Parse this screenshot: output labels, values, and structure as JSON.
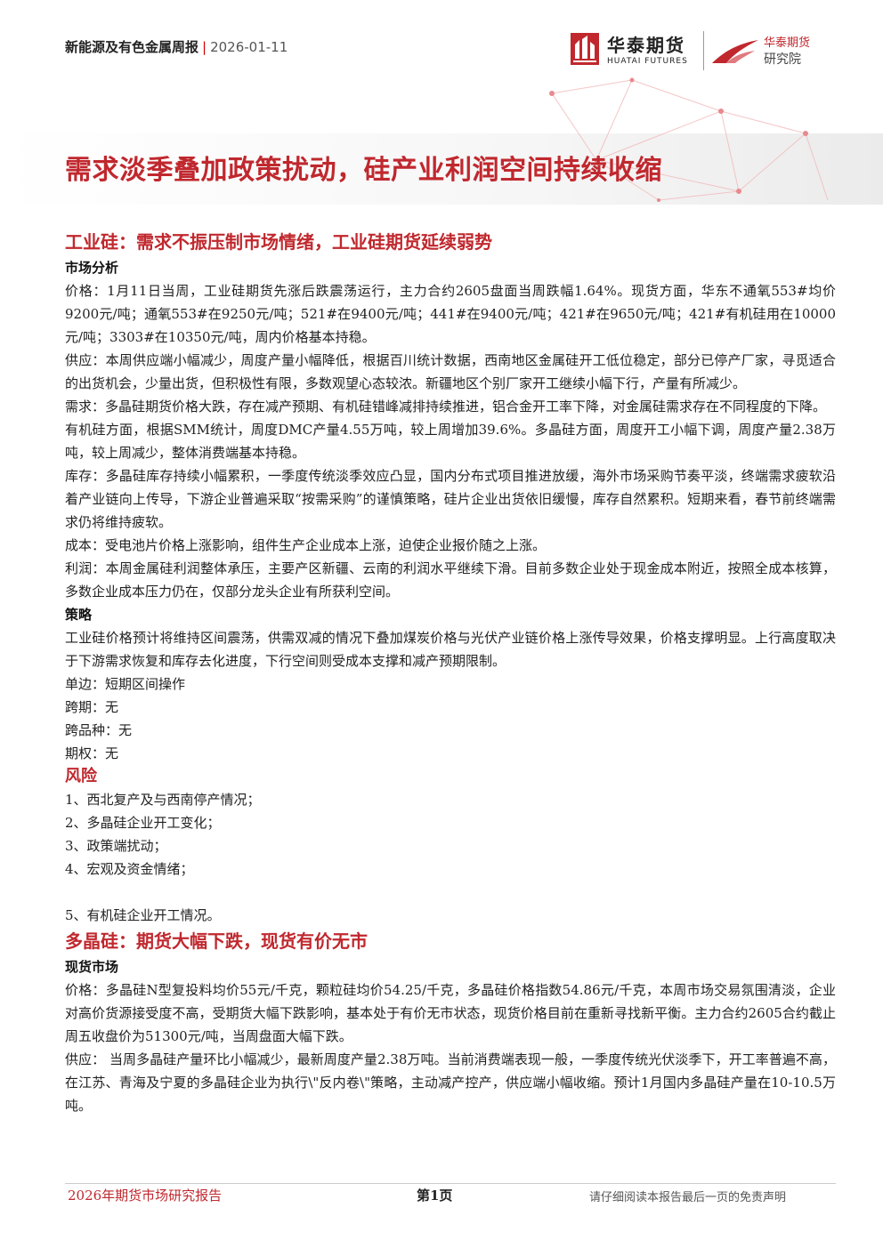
{
  "header": {
    "report_name": "新能源及有色金属周报",
    "separator": "|",
    "date": "2026-01-11"
  },
  "logo": {
    "company_cn": "华泰期货",
    "company_en": "HUATAI FUTURES",
    "institute_top": "华泰期货",
    "institute_bottom": "研究院"
  },
  "title": "需求淡季叠加政策扰动，硅产业利润空间持续收缩",
  "section1": {
    "title": "工业硅：需求不振压制市场情绪，工业硅期货延续弱势",
    "market_head": "市场分析",
    "paragraphs": [
      "价格：1月11日当周，工业硅期货先涨后跌震荡运行，主力合约2605盘面当周跌幅1.64%。现货方面，华东不通氧553#均价9200元/吨；通氧553#在9250元/吨；521#在9400元/吨；441#在9400元/吨；421#在9650元/吨；421#有机硅用在10000元/吨；3303#在10350元/吨，周内价格基本持稳。",
      "供应：本周供应端小幅减少，周度产量小幅降低，根据百川统计数据，西南地区金属硅开工低位稳定，部分已停产厂家，寻觅适合的出货机会，少量出货，但积极性有限，多数观望心态较浓。新疆地区个别厂家开工继续小幅下行，产量有所减少。",
      "需求：多晶硅期货价格大跌，存在减产预期、有机硅错峰减排持续推进，铝合金开工率下降，对金属硅需求存在不同程度的下降。",
      "有机硅方面，根据SMM统计，周度DMC产量4.55万吨，较上周增加39.6%。多晶硅方面，周度开工小幅下调，周度产量2.38万吨，较上周减少，整体消费端基本持稳。",
      "库存：多晶硅库存持续小幅累积，一季度传统淡季效应凸显，国内分布式项目推进放缓，海外市场采购节奏平淡，终端需求疲软沿着产业链向上传导，下游企业普遍采取“按需采购”的谨慎策略，硅片企业出货依旧缓慢，库存自然累积。短期来看，春节前终端需求仍将维持疲软。",
      "成本：受电池片价格上涨影响，组件生产企业成本上涨，迫使企业报价随之上涨。",
      "利润：本周金属硅利润整体承压，主要产区新疆、云南的利润水平继续下滑。目前多数企业处于现金成本附近，按照全成本核算，多数企业成本压力仍在，仅部分龙头企业有所获利空间。"
    ],
    "strategy_head": "策略",
    "strategy_paragraph": "工业硅价格预计将维持区间震荡，供需双减的情况下叠加煤炭价格与光伏产业链价格上涨传导效果，价格支撑明显。上行高度取决于下游需求恢复和库存去化进度，下行空间则受成本支撑和减产预期限制。",
    "strategy_lines": [
      "单边：短期区间操作",
      "跨期：无",
      "跨品种：无",
      "期权：无"
    ],
    "risk_head": "风险",
    "risks": [
      "1、西北复产及与西南停产情况；",
      "2、多晶硅企业开工变化；",
      "3、政策端扰动；",
      "4、宏观及资金情绪；"
    ],
    "risk_last": "5、有机硅企业开工情况。"
  },
  "section2": {
    "title": "多晶硅：期货大幅下跌，现货有价无市",
    "spot_head": "现货市场",
    "paragraphs": [
      "价格：多晶硅N型复投料均价55元/千克，颗粒硅均价54.25/千克，多晶硅价格指数54.86元/千克，本周市场交易氛围清淡，企业对高价货源接受度不高，受期货大幅下跌影响，基本处于有价无市状态，现货价格目前在重新寻找新平衡。主力合约2605合约截止周五收盘价为51300元/吨，当周盘面大幅下跌。",
      "供应： 当周多晶硅产量环比小幅减少，最新周度产量2.38万吨。当前消费端表现一般，一季度传统光伏淡季下，开工率普遍不高，在江苏、青海及宁夏的多晶硅企业为执行\\\"反内卷\\\"策略，主动减产控产，供应端小幅收缩。预计1月国内多晶硅产量在10-10.5万吨。"
    ]
  },
  "footer": {
    "left": "2026年期货市场研究报告",
    "center": "第1页",
    "right": "请仔细阅读本报告最后一页的免责声明"
  }
}
